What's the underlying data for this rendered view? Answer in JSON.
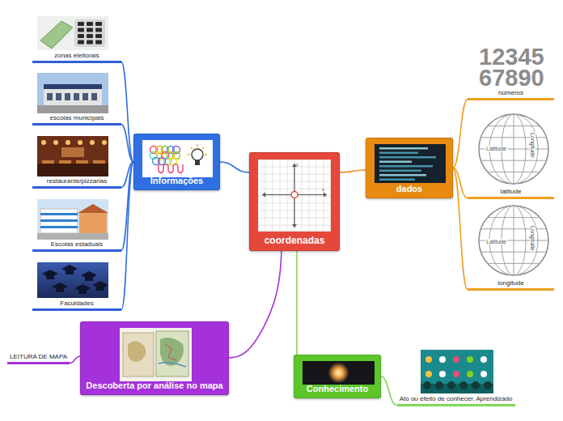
{
  "diagram": {
    "nodes": [
      {
        "text": [
          "coordenadas"
        ]
      },
      {
        "text": [
          "Informações"
        ]
      },
      {
        "text": [
          "zonas eleitorais"
        ]
      },
      {
        "text": [
          "escolas municipais"
        ]
      },
      {
        "text": [
          "restaurante/pizzarias"
        ]
      },
      {
        "text": [
          "Escolas estaduais"
        ]
      },
      {
        "text": [
          "Faculdades"
        ]
      },
      {
        "text": [
          "dados"
        ]
      },
      {
        "text": [
          "números"
        ]
      },
      {
        "text": [
          "latitude"
        ]
      },
      {
        "text": [
          "longitude"
        ]
      },
      {
        "text": [
          "Descoberta por análise no mapa"
        ]
      },
      {
        "text": [
          "LEITURA DE MAPA"
        ]
      },
      {
        "text": [
          "Conhecimento"
        ]
      },
      {
        "text": [
          "Ato ou efeito de conhecer. Aprendizado"
        ]
      }
    ],
    "edges": [
      {
        "from": 0,
        "to": 1,
        "arrow": "none"
      },
      {
        "from": 1,
        "to": 2,
        "arrow": "none"
      },
      {
        "from": 1,
        "to": 3,
        "arrow": "none"
      },
      {
        "from": 1,
        "to": 4,
        "arrow": "none"
      },
      {
        "from": 1,
        "to": 5,
        "arrow": "none"
      },
      {
        "from": 1,
        "to": 6,
        "arrow": "none"
      },
      {
        "from": 0,
        "to": 7,
        "arrow": "none"
      },
      {
        "from": 7,
        "to": 8,
        "arrow": "none"
      },
      {
        "from": 7,
        "to": 9,
        "arrow": "none"
      },
      {
        "from": 7,
        "to": 10,
        "arrow": "none"
      },
      {
        "from": 0,
        "to": 11,
        "arrow": "none"
      },
      {
        "from": 11,
        "to": 12,
        "arrow": "none"
      },
      {
        "from": 0,
        "to": 13,
        "arrow": "none"
      },
      {
        "from": 13,
        "to": 14,
        "arrow": "none"
      }
    ],
    "labels": [
      "y",
      "x",
      "12345",
      "67890",
      "Latitude",
      "Longitude",
      "Latitude",
      "Longitude"
    ]
  }
}
